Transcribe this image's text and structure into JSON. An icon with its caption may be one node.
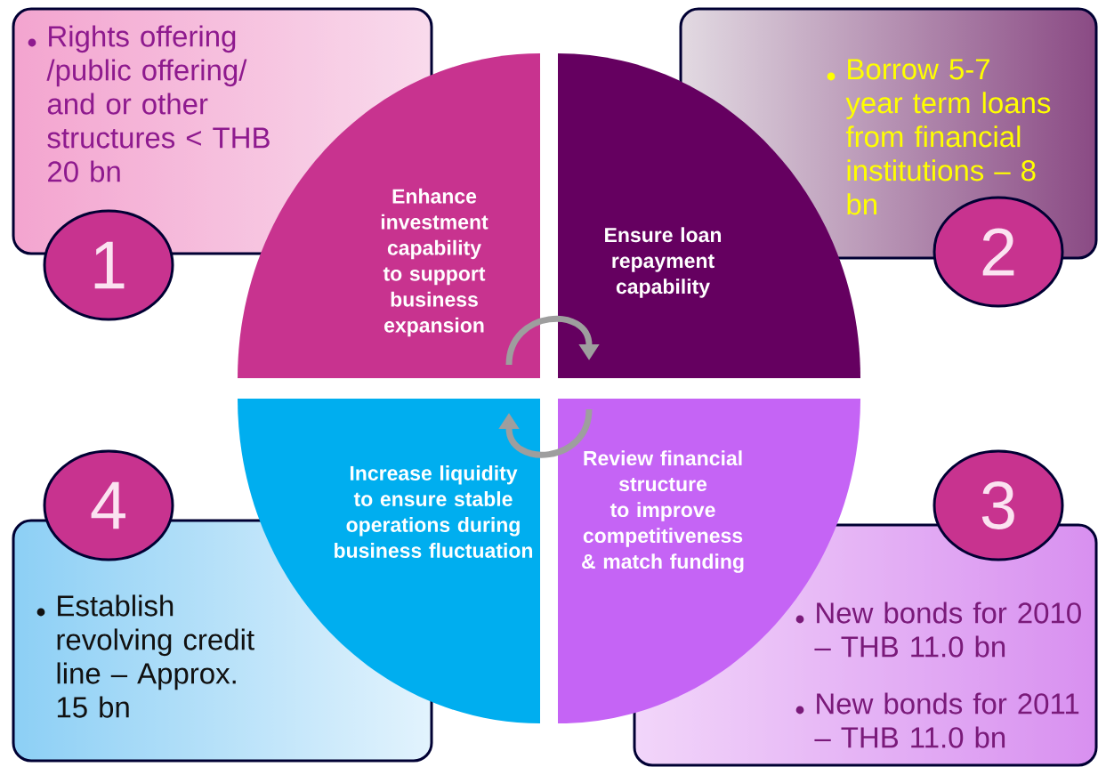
{
  "diagram": {
    "nodes": [
      {
        "text": [
          "Rights offering /public offering/ and or other structures < THB 20 bn"
        ]
      },
      {
        "text": [
          "1"
        ]
      },
      {
        "text": [
          "Enhance investment capability to support business expansion"
        ]
      },
      {
        "text": [
          "Ensure loan repayment capability"
        ]
      },
      {
        "text": [
          "Borrow 5-7 year term loans from financial institutions – 8 bn"
        ]
      },
      {
        "text": [
          "2"
        ]
      },
      {
        "text": [
          "4"
        ]
      },
      {
        "text": [
          "3"
        ]
      },
      {
        "text": [
          "Increase liquidity to ensure stable operations during business fluctuation"
        ]
      },
      {
        "text": [
          "Review financial structure to improve competitiveness & match funding"
        ]
      },
      {
        "text": [
          "Establish revolving credit line – Approx. 15 bn"
        ]
      },
      {
        "text": [
          "New bonds for 2010 – THB 11.0 bn",
          "New bonds for 2011 – THB 11.0 bn"
        ]
      }
    ],
    "edges": [
      {
        "from": 2,
        "to": 3,
        "arrow": "to"
      },
      {
        "from": 9,
        "to": 8,
        "arrow": "to"
      }
    ]
  }
}
